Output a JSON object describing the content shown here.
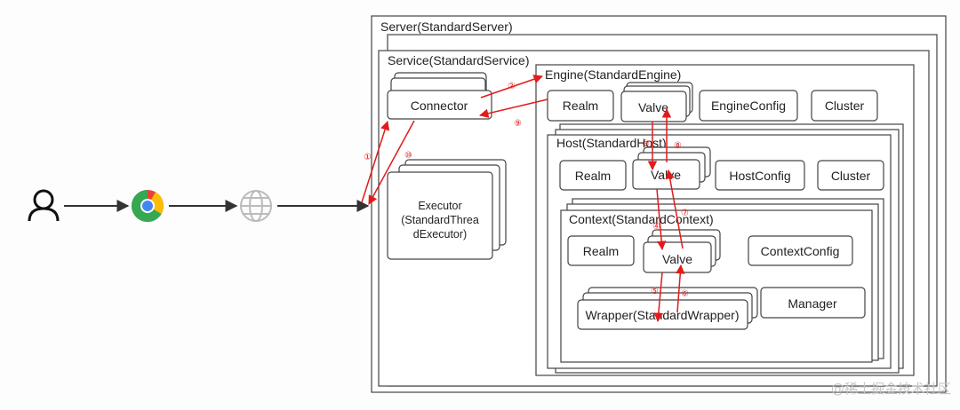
{
  "server": {
    "label": "Server(StandardServer)"
  },
  "service": {
    "label": "Service(StandardService)"
  },
  "connector": {
    "label": "Connector"
  },
  "executor": {
    "line1": "Executor",
    "line2": "(StandardThrea",
    "line3": "dExecutor)"
  },
  "engine": {
    "label": "Engine(StandardEngine)",
    "realm": "Realm",
    "valve": "Valve",
    "config": "EngineConfig",
    "cluster": "Cluster"
  },
  "host": {
    "label": "Host(StandardHost)",
    "realm": "Realm",
    "valve": "Valve",
    "config": "HostConfig",
    "cluster": "Cluster"
  },
  "context": {
    "label": "Context(StandardContext)",
    "realm": "Realm",
    "valve": "Valve",
    "config": "ContextConfig"
  },
  "wrapper": {
    "label": "Wrapper(StandardWrapper)"
  },
  "manager": {
    "label": "Manager"
  },
  "steps": {
    "s1": "①",
    "s2": "②",
    "s3": "③",
    "s4": "④",
    "s5": "⑤",
    "s6": "⑥",
    "s7": "⑦",
    "s8": "⑧",
    "s9": "⑨",
    "s10": "⑩"
  },
  "watermark": "@稀土掘金技术社区",
  "colors": {
    "arrow_red": "#e21b1b",
    "line": "#333333",
    "icon_gray": "#bbbbbb"
  },
  "icons": [
    "user-icon",
    "chrome-icon",
    "globe-icon"
  ]
}
